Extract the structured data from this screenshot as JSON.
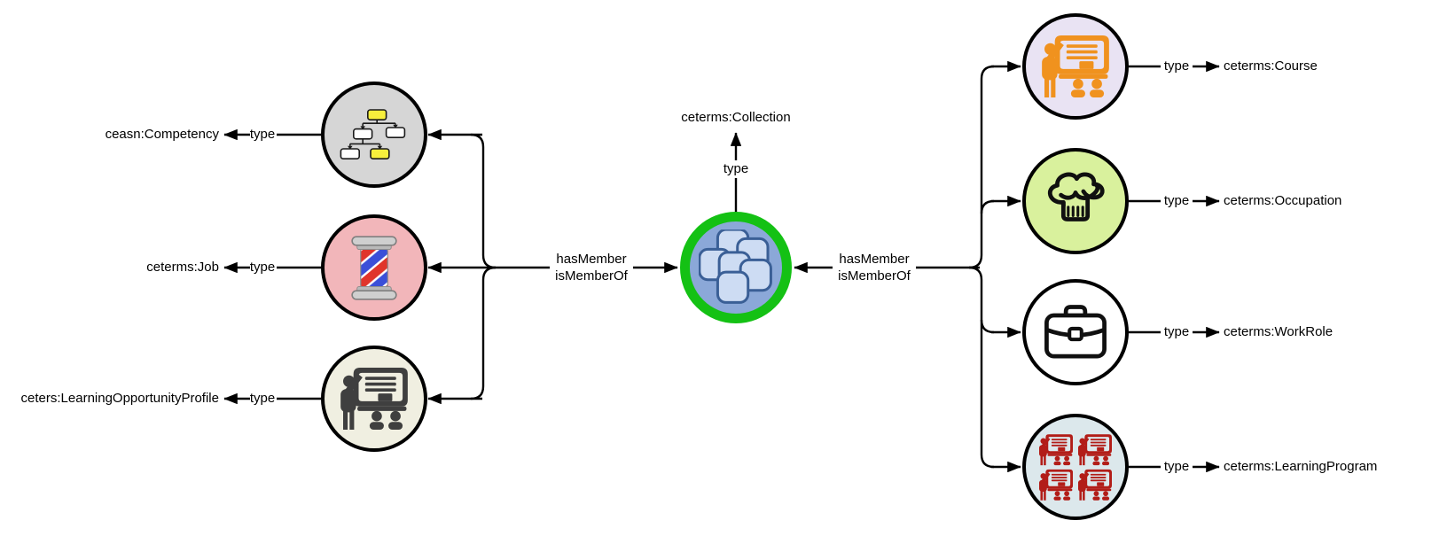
{
  "diagram": {
    "background": "#ffffff",
    "edge_color": "#000000",
    "edge_labels": {
      "type": "type",
      "has_member": "hasMember",
      "is_member_of": "isMemberOf"
    },
    "center_node": {
      "id": "collection",
      "label": "ceterms:Collection",
      "icon": "collection-cards-icon",
      "ring_color": "#14c114",
      "fill": "#8ba8d8",
      "card_fill": "#cddcf3",
      "card_stroke": "#3a5f96"
    },
    "left_nodes": [
      {
        "id": "competency",
        "label": "ceasn:Competency",
        "icon": "hierarchy-chart-icon",
        "fill": "#d6d6d6",
        "accent": "#f7ef3c"
      },
      {
        "id": "job",
        "label": "ceterms:Job",
        "icon": "barber-pole-icon",
        "fill": "#f2b6ba",
        "stripe_red": "#e0352b",
        "stripe_blue": "#3b4fd8"
      },
      {
        "id": "learning_opportunity_profile",
        "label": "ceters:LearningOpportunityProfile",
        "icon": "teacher-presentation-icon",
        "fill": "#f0efe1",
        "icon_color": "#3f3f3f"
      }
    ],
    "right_nodes": [
      {
        "id": "course",
        "label": "ceterms:Course",
        "icon": "teacher-presentation-icon",
        "fill": "#e9e3f3",
        "icon_color": "#f0921e"
      },
      {
        "id": "occupation",
        "label": "ceterms:Occupation",
        "icon": "chef-hat-icon",
        "fill": "#d9f19d",
        "icon_color": "#101010"
      },
      {
        "id": "work_role",
        "label": "ceterms:WorkRole",
        "icon": "briefcase-icon",
        "fill": "#ffffff",
        "icon_color": "#101010"
      },
      {
        "id": "learning_program",
        "label": "ceterms:LearningProgram",
        "icon": "classroom-grid-icon",
        "fill": "#dce8ec",
        "icon_color": "#b21d18"
      }
    ]
  }
}
